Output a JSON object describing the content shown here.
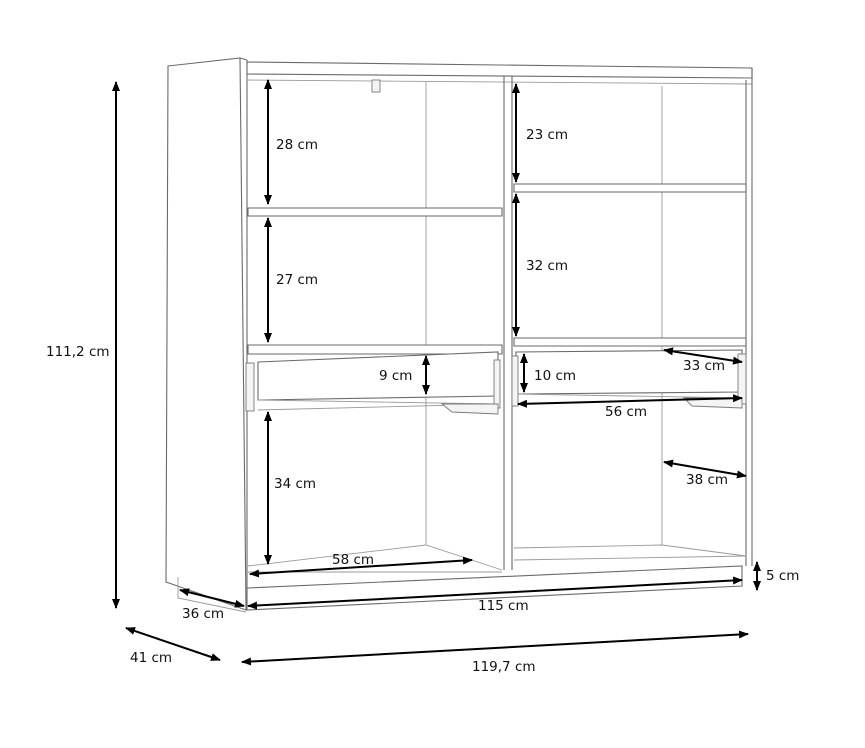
{
  "diagram": {
    "subject": "Two-section open shelving cabinet with drawers",
    "dimensions": {
      "overall_height": "111,2 cm",
      "overall_width": "119,7 cm",
      "overall_depth": "41 cm",
      "inner_width": "115 cm",
      "inner_depth": "36 cm",
      "plinth_height": "5 cm",
      "left_top_shelf_height": "28 cm",
      "left_middle_shelf_height": "27 cm",
      "left_drawer_height": "9 cm",
      "left_bottom_compartment_height": "34 cm",
      "left_bottom_compartment_width": "58 cm",
      "right_top_shelf_height": "23 cm",
      "right_middle_shelf_height": "32 cm",
      "right_drawer_height": "10 cm",
      "right_drawer_depth": "33 cm",
      "right_drawer_width": "56 cm",
      "right_bottom_compartment_depth": "38 cm"
    }
  }
}
